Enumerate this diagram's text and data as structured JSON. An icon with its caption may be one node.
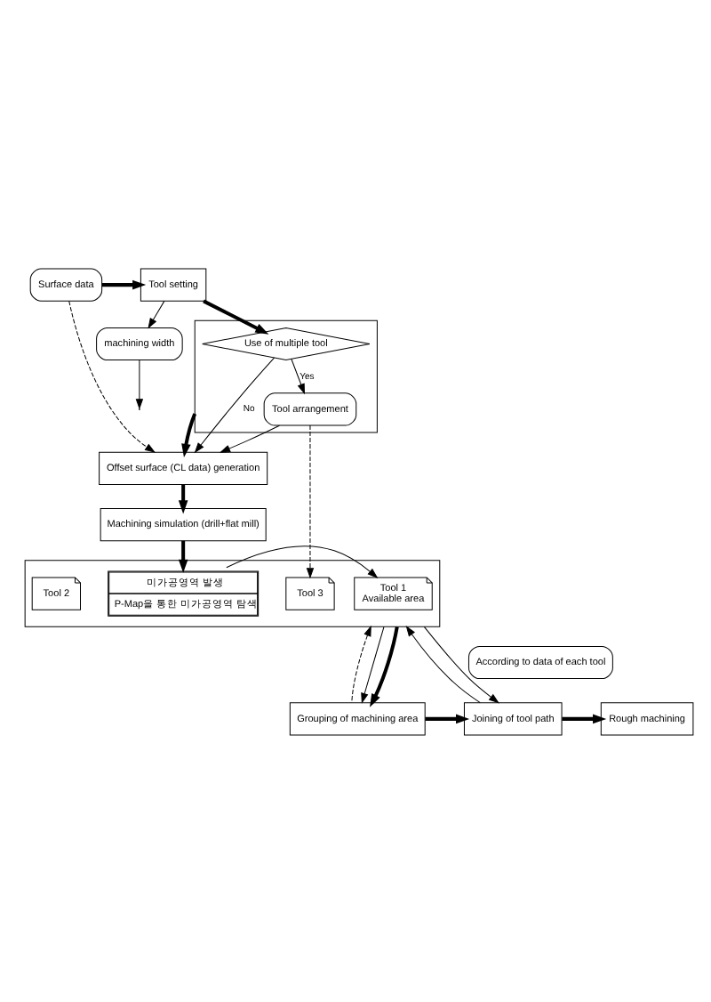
{
  "diagram": {
    "nodes": [
      {
        "text": [
          "Surface data"
        ]
      },
      {
        "text": [
          "Tool setting"
        ]
      },
      {
        "text": [],
        "shape": "box"
      },
      {
        "text": [
          "Use of multiple tool"
        ],
        "in": 2
      },
      {
        "text": [
          "Tool arrangement"
        ],
        "in": 2
      },
      {
        "text": [
          "Offset surface (CL data) generation"
        ]
      },
      {
        "text": [
          "machining width"
        ]
      },
      {
        "text": [
          "Machining simulation (drill+flat mill)"
        ]
      },
      {
        "text": [],
        "shape": "box"
      },
      {
        "text": [
          "미가공영역 발생",
          "P-Map을 통한 미가공영역 탐색"
        ],
        "in": 8
      },
      {
        "text": [
          "Tool 3"
        ],
        "in": 8
      },
      {
        "text": [
          "Tool 2"
        ],
        "in": 8
      },
      {
        "text": [
          "Tool 1",
          "Available area"
        ],
        "in": 8
      },
      {
        "text": [
          "According to data of each tool"
        ]
      },
      {
        "text": [
          "Rough machining"
        ]
      },
      {
        "text": [
          "Joining of tool path"
        ]
      },
      {
        "text": [
          "Grouping of machining area"
        ]
      }
    ],
    "edges": [
      {
        "from": 0,
        "to": 1,
        "arrow": "to",
        "style": "thick"
      },
      {
        "from": 0,
        "to": 5,
        "arrow": "to",
        "style": "dashed"
      },
      {
        "from": 1,
        "to": 3,
        "arrow": "to",
        "style": "thick"
      },
      {
        "from": 3,
        "to": 4,
        "arrow": "to",
        "label": "Yes"
      },
      {
        "from": 3,
        "to": 5,
        "arrow": "to",
        "label": "No"
      },
      {
        "from": 4,
        "to": 5,
        "arrow": "to"
      },
      {
        "from": 2,
        "to": 5,
        "arrow": "to",
        "style": "thick"
      },
      {
        "from": 1,
        "to": 6,
        "arrow": "to"
      },
      {
        "from": 6,
        "to": null,
        "arrow": "to"
      },
      {
        "from": 4,
        "to": 10,
        "arrow": "to",
        "style": "dashed"
      },
      {
        "from": 5,
        "to": 7,
        "arrow": "to",
        "style": "thick"
      },
      {
        "from": 7,
        "to": 9,
        "arrow": "to",
        "style": "thick"
      },
      {
        "from": 9,
        "to": 12,
        "arrow": "to"
      },
      {
        "from": 15,
        "to": 8,
        "arrow": "to"
      },
      {
        "from": 8,
        "to": 15,
        "arrow": "to"
      },
      {
        "from": 16,
        "to": 8,
        "arrow": "to",
        "style": "dashed"
      },
      {
        "from": 8,
        "to": 16,
        "arrow": "to"
      },
      {
        "from": 8,
        "to": 16,
        "arrow": "to",
        "style": "thick"
      },
      {
        "from": 16,
        "to": 15,
        "arrow": "to",
        "style": "thick"
      },
      {
        "from": 15,
        "to": 14,
        "arrow": "to",
        "style": "thick"
      }
    ]
  }
}
